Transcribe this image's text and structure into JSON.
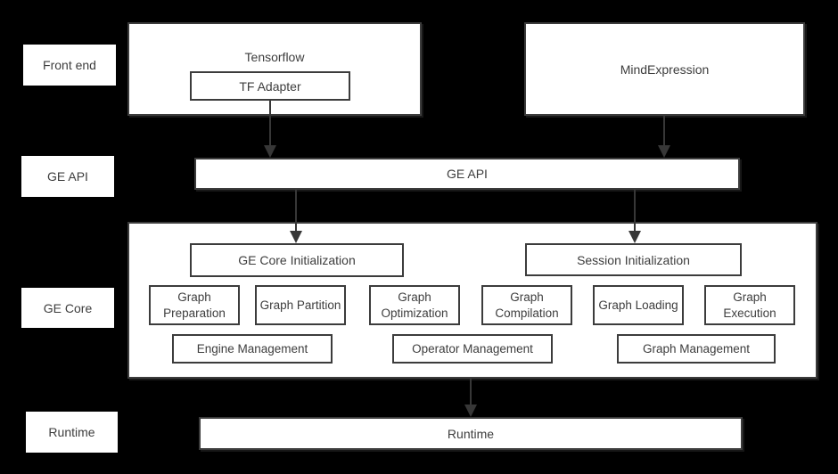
{
  "colors": {
    "background": "#000000",
    "box_fill": "#ffffff",
    "box_border": "#3c3c3c",
    "text": "#3d3d3d",
    "arrow": "#373737"
  },
  "side_labels": {
    "front_end": "Front end",
    "ge_api": "GE API",
    "ge_core": "GE Core",
    "runtime": "Runtime"
  },
  "front_end": {
    "tensorflow_label": "Tensorflow",
    "tf_adapter_label": "TF Adapter",
    "mind_expression_label": "MindExpression"
  },
  "ge_api": {
    "bar_label": "GE API"
  },
  "ge_core": {
    "init_label": "GE Core Initialization",
    "session_label": "Session Initialization",
    "stages": [
      "Graph Preparation",
      "Graph Partition",
      "Graph Optimization",
      "Graph Compilation",
      "Graph Loading",
      "Graph Execution"
    ],
    "managers": [
      "Engine Management",
      "Operator Management",
      "Graph Management"
    ]
  },
  "runtime": {
    "bar_label": "Runtime"
  }
}
